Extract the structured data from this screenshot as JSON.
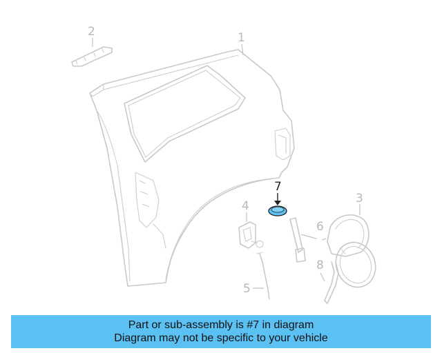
{
  "callouts": {
    "c1": "1",
    "c2": "2",
    "c3": "3",
    "c4": "4",
    "c5": "5",
    "c6": "6",
    "c7": "7",
    "c8": "8"
  },
  "highlight_color": "#5bc0f2",
  "caption": {
    "line1": "Part or sub-assembly is #7 in diagram",
    "line2": "Diagram may not be specific to your vehicle"
  }
}
